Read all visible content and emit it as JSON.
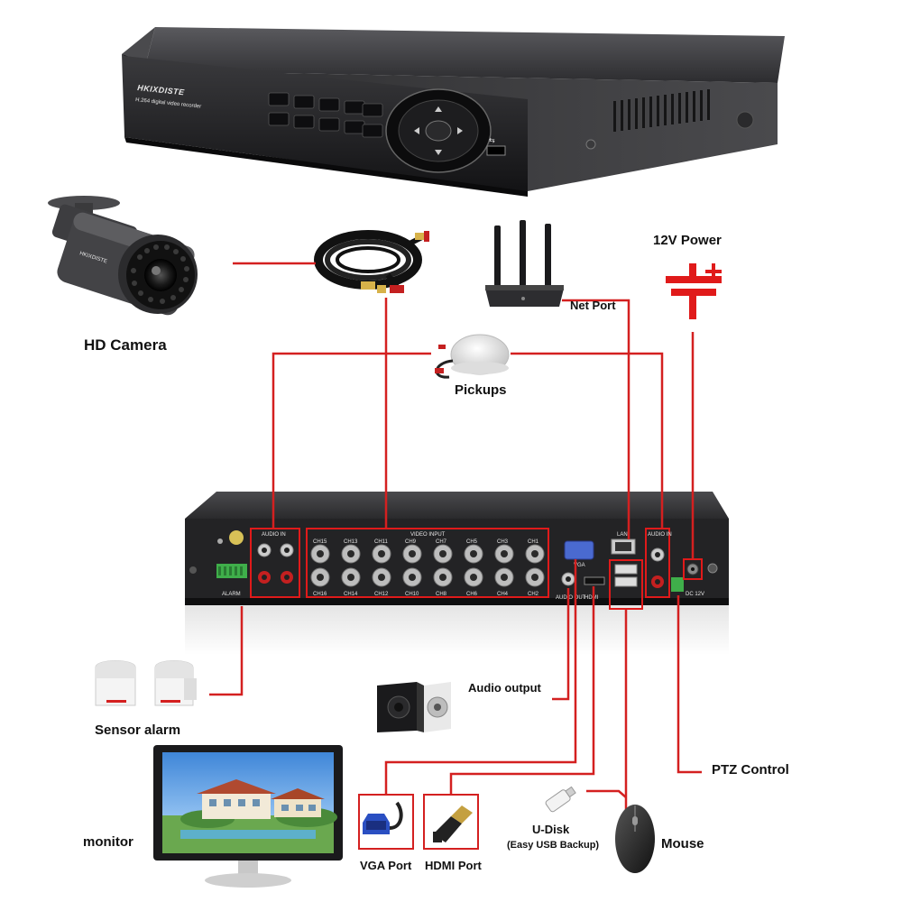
{
  "labels": {
    "hd_camera": "HD Camera",
    "power": "12V Power",
    "net_port": "Net Port",
    "pickups": "Pickups",
    "sensor_alarm": "Sensor alarm",
    "audio_output": "Audio output",
    "ptz_control": "PTZ Control",
    "monitor": "monitor",
    "vga_port": "VGA Port",
    "hdmi_port": "HDMI Port",
    "udisk": "U-Disk",
    "udisk_sub": "(Easy USB Backup)",
    "mouse": "Mouse"
  },
  "device": {
    "brand": "HKIXDISTE",
    "subtitle": "H.264 digital video recorder"
  },
  "panel": {
    "audio_in": "AUDIO IN",
    "video_input": "VIDEO INPUT",
    "vga": "VGA",
    "lan": "LAN",
    "audio_out": "AUDIO OUT",
    "hdmi": "HDMI",
    "dc": "DC 12V",
    "alarm": "ALARM",
    "top_channels": [
      "CH15",
      "CH13",
      "CH11",
      "CH9",
      "CH7",
      "CH5",
      "CH3",
      "CH1"
    ],
    "bottom_channels": [
      "CH16",
      "CH14",
      "CH12",
      "CH10",
      "CH8",
      "CH6",
      "CH4",
      "CH2"
    ]
  },
  "colors": {
    "wire": "#d42020",
    "device_body": "#2a2a2c",
    "panel_body": "#1e1e20"
  }
}
